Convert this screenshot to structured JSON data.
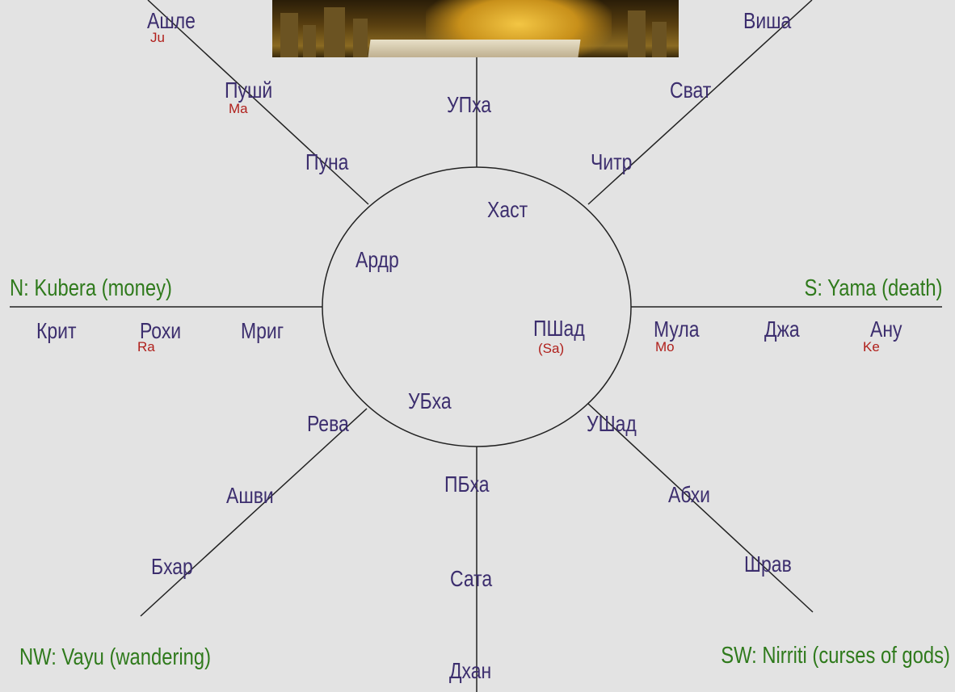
{
  "banner": {
    "icon": "golden-lion-statue"
  },
  "directions": {
    "north": "N: Kubera (money)",
    "south": "S: Yama (death)",
    "northwest": "NW: Vayu (wandering)",
    "southwest": "SW: Nirriti (curses of gods)"
  },
  "nakshatras": {
    "ashle": "Ашле",
    "pushya": "Пушй",
    "puna": "Пуна",
    "uph": "УПха",
    "hast": "Хаст",
    "vish": "Виша",
    "svat": "Сват",
    "chitr": "Читр",
    "ardr": "Ардр",
    "krit": "Крит",
    "rohi": "Рохи",
    "mrig": "Мриг",
    "pshad": "ПШад",
    "mula": "Мула",
    "dzha": "Джа",
    "anu": "Ану",
    "ubha": "УБха",
    "reva": "Рева",
    "ashvi": "Ашви",
    "bhar": "Бхар",
    "pbha": "ПБха",
    "sata": "Сата",
    "dhan": "Дхан",
    "ushad": "УШад",
    "abhi": "Абхи",
    "shrav": "Шрав"
  },
  "planets": {
    "jupiter": "Ju",
    "mars": "Ma",
    "rahu": "Ra",
    "saturn": "(Sa)",
    "moon": "Mo",
    "ketu": "Ke"
  }
}
